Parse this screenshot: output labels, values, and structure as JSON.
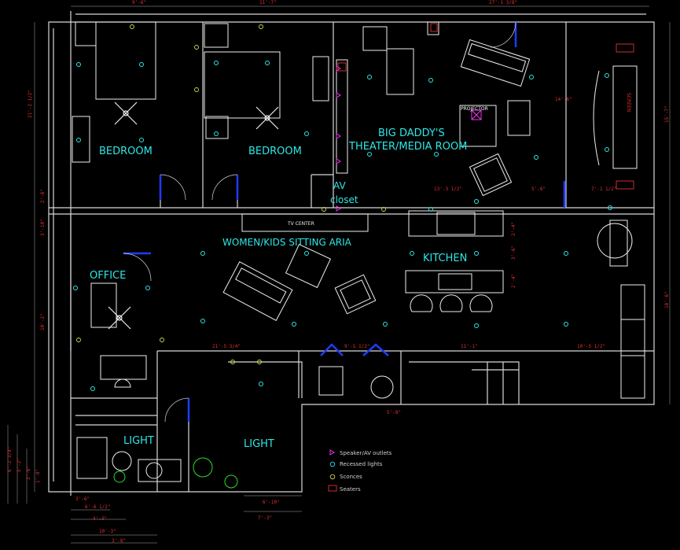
{
  "rooms": {
    "bedroom_left": "BEDROOM",
    "bedroom_right": "BEDROOM",
    "theater_line1": "BIG DADDY'S",
    "theater_line2": "THEATER/MEDIA ROOM",
    "av_closet_line1": "AV",
    "av_closet_line2": "closet",
    "sitting": "WOMEN/KIDS SITTING ARIA",
    "kitchen": "KITCHEN",
    "office": "OFFICE",
    "light_left": "LIGHT",
    "light_right": "LIGHT"
  },
  "labels": {
    "tv_center": "TV CENTER",
    "projector": "PROJECTOR",
    "screen": "SCREEN"
  },
  "dimensions": {
    "top_1": "9'-6\"",
    "top_2": "11'-7\"",
    "top_3": "27'-1 3/8\"",
    "left_1": "21'-2 1/2\"",
    "left_2": "2'-6\"",
    "left_3": "3'-10\"",
    "left_4": "10'-2\"",
    "right_1": "15'-7\"",
    "right_2": "18'-6\"",
    "theater_w": "14'-6\"",
    "theater_a": "13'-3 1/2\"",
    "theater_b": "5'-6\"",
    "theater_c": "7'-1 1/2\"",
    "mid_1": "21'-5 3/4\"",
    "mid_2": "9'-5 1/2\"",
    "mid_3": "11'-1\"",
    "mid_4": "10'-5 1/2\"",
    "k_1": "2'-4\"",
    "k_2": "3'-6\"",
    "k_3": "2'-4\"",
    "bot_1": "5'-8\"",
    "bot_2": "6'-6 1/2\"",
    "bot_3": "4'-3\"",
    "bot_4": "10'-3\"",
    "bot_5": "3'-8\"",
    "bot_6": "3'-6\"",
    "bot_7": "6'-10\"",
    "bot_8": "7'-3\"",
    "side_1": "6'-2 3/8\"",
    "side_2": "5'-2\"",
    "side_3": "3'-6\"",
    "side_4": "1'-8\""
  },
  "legend": [
    {
      "symbol": "speaker-outlet",
      "label": "Speaker/AV outlets"
    },
    {
      "symbol": "recessed-light",
      "label": "Recessed lights"
    },
    {
      "symbol": "sconce",
      "label": "Sconces"
    },
    {
      "symbol": "seat",
      "label": "Seaters"
    }
  ],
  "colors": {
    "wall": "#d8d8d8",
    "furniture": "#eeeeee",
    "room_label": "#2ee6e6",
    "door": "#1e3cff",
    "light_symbol": "#2ee6e6",
    "speaker_symbol": "#ff3cff",
    "dimension": "#e53030",
    "fixture": "#2edb2e",
    "sconce": "#d8d84a"
  }
}
